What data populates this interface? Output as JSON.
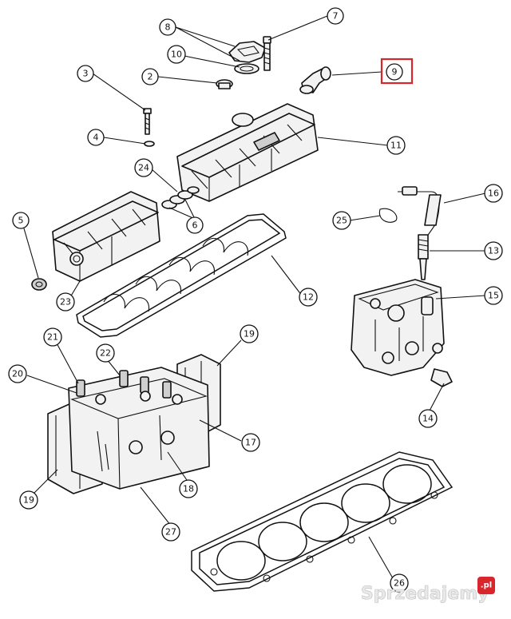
{
  "callouts": [
    {
      "id": "c8",
      "label": "8"
    },
    {
      "id": "c7",
      "label": "7"
    },
    {
      "id": "c10",
      "label": "10"
    },
    {
      "id": "c3",
      "label": "3"
    },
    {
      "id": "c2",
      "label": "2"
    },
    {
      "id": "c9",
      "label": "9"
    },
    {
      "id": "c4",
      "label": "4"
    },
    {
      "id": "c11",
      "label": "11"
    },
    {
      "id": "c24",
      "label": "24"
    },
    {
      "id": "c16",
      "label": "16"
    },
    {
      "id": "c5",
      "label": "5"
    },
    {
      "id": "c6",
      "label": "6"
    },
    {
      "id": "c25",
      "label": "25"
    },
    {
      "id": "c13",
      "label": "13"
    },
    {
      "id": "c23",
      "label": "23"
    },
    {
      "id": "c12",
      "label": "12"
    },
    {
      "id": "c15",
      "label": "15"
    },
    {
      "id": "c21",
      "label": "21"
    },
    {
      "id": "c19a",
      "label": "19"
    },
    {
      "id": "c22",
      "label": "22"
    },
    {
      "id": "c20",
      "label": "20"
    },
    {
      "id": "c14",
      "label": "14"
    },
    {
      "id": "c17",
      "label": "17"
    },
    {
      "id": "c19b",
      "label": "19"
    },
    {
      "id": "c18",
      "label": "18"
    },
    {
      "id": "c27",
      "label": "27"
    },
    {
      "id": "c26",
      "label": "26"
    }
  ],
  "highlighted_callout": "9",
  "colors": {
    "highlight": "#d9262c",
    "line": "#111111"
  },
  "watermark": {
    "text": "Sprzedajemy",
    "badge": ".pl"
  }
}
